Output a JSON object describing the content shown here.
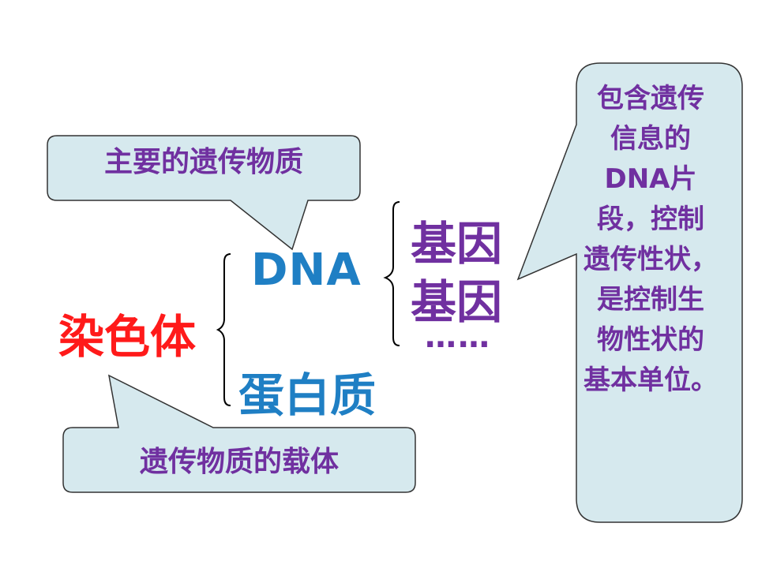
{
  "chromosome": "染色体",
  "dna": "DNA",
  "protein": "蛋白质",
  "genes": [
    "基因",
    "基因"
  ],
  "ellipsis": "……",
  "callouts": {
    "main_genetic_material": "主要的遗传物质",
    "carrier": "遗传物质的载体",
    "gene_definition": [
      "包含遗传",
      "信息的",
      "DNA片",
      "段，控制",
      "遗传性状，",
      "是控制生",
      "物性状的",
      "基本单位。"
    ]
  },
  "colors": {
    "chromosome_text": "#ff1a1a",
    "dna_protein_text": "#1f7fc4",
    "purple_text": "#7030a0",
    "callout_fill": "#d6e9ee",
    "callout_border": "#333333"
  }
}
